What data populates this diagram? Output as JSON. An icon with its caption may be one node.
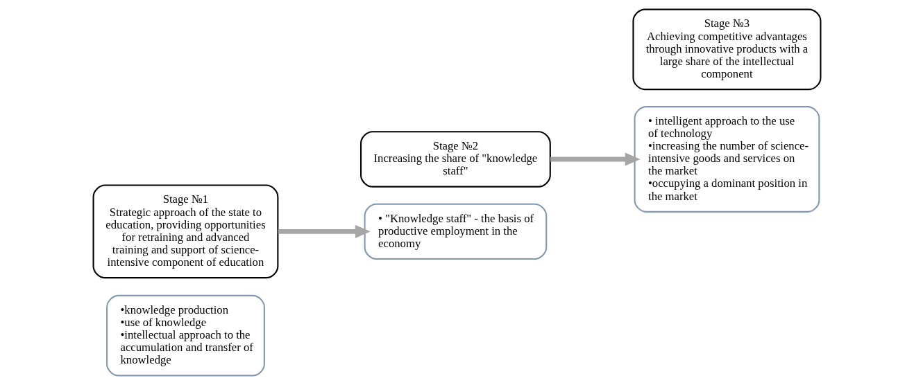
{
  "diagram": {
    "nodes": [
      {
        "text": [
          "•knowledge production",
          "•use of knowledge",
          "•intellectual approach to the accumulation and transfer of knowledge"
        ]
      },
      {
        "text": [
          "Stage №1",
          "Strategic approach of the state to education, providing opportunities for retraining and advanced training and support of science-intensive component of education"
        ]
      },
      {
        "text": [
          "Stage №2",
          "Increasing the share of \"knowledge staff\""
        ]
      },
      {
        "text": [
          "• \"Knowledge staff\" - the basis of productive employment in the economy"
        ]
      },
      {
        "text": [
          "• intelligent approach to the use of technology",
          "•increasing the number of science-intensive goods and services on the market",
          "•occupying a dominant position in the market"
        ]
      },
      {
        "text": [
          "Stage №3",
          "Achieving competitive advantages through innovative products with a large share of the intellectual component"
        ]
      }
    ],
    "edges": [
      {
        "from": 1,
        "to": 3,
        "arrow": "to"
      },
      {
        "from": 2,
        "to": 4,
        "arrow": "to"
      }
    ]
  }
}
